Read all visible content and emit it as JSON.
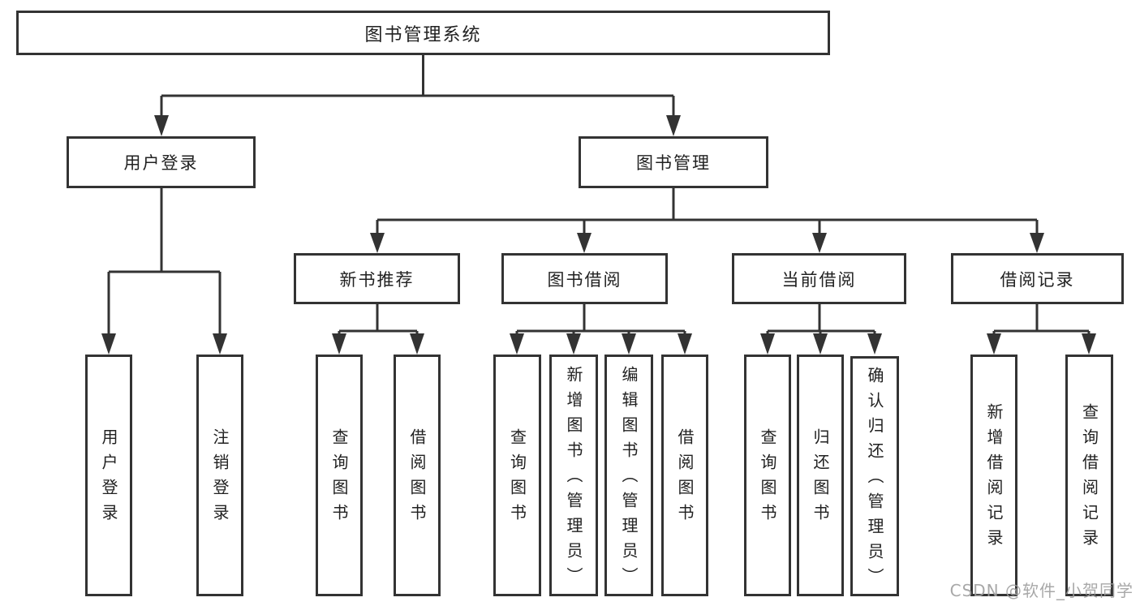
{
  "diagram": {
    "tree": {
      "label": "图书管理系统",
      "children": [
        {
          "label": "用户登录",
          "children": [
            {
              "label": "用户登录"
            },
            {
              "label": "注销登录"
            }
          ]
        },
        {
          "label": "图书管理",
          "children": [
            {
              "label": "新书推荐",
              "children": [
                {
                  "label": "查询图书"
                },
                {
                  "label": "借阅图书"
                }
              ]
            },
            {
              "label": "图书借阅",
              "children": [
                {
                  "label": "查询图书"
                },
                {
                  "label": "新增图书（管理员）"
                },
                {
                  "label": "编辑图书（管理员）"
                },
                {
                  "label": "借阅图书"
                }
              ]
            },
            {
              "label": "当前借阅",
              "children": [
                {
                  "label": "查询图书"
                },
                {
                  "label": "归还图书"
                },
                {
                  "label": "确认归还（管理员）"
                }
              ]
            },
            {
              "label": "借阅记录",
              "children": [
                {
                  "label": "新增借阅记录"
                },
                {
                  "label": "查询借阅记录"
                }
              ]
            }
          ]
        }
      ]
    },
    "colors": {
      "line": "#333333",
      "box_border": "#333333",
      "box_background": "#ffffff",
      "text": "#212121",
      "watermark": "#9e9e9e",
      "background": "#ffffff"
    }
  },
  "watermark": {
    "text": "CSDN @软件_小贺同学"
  }
}
